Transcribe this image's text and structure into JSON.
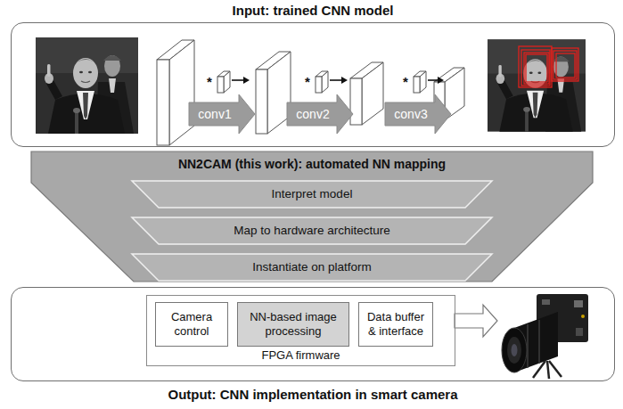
{
  "diagram": {
    "nodes": [
      {
        "text": [
          "Input: trained CNN model"
        ]
      },
      {
        "text": [
          "NN2CAM (this work): automated NN mapping"
        ]
      },
      {
        "text": [
          "Interpret model"
        ],
        "in": 1
      },
      {
        "text": [
          "Map to hardware architecture"
        ],
        "in": 1
      },
      {
        "text": [
          "Instantiate on platform"
        ],
        "in": 1
      },
      {
        "text": [
          "Output: CNN implementation in smart camera"
        ]
      },
      {
        "text": [
          "FPGA firmware"
        ],
        "in": 5
      },
      {
        "text": [
          "Camera control"
        ],
        "in": 6
      },
      {
        "text": [
          "NN-based image processing"
        ],
        "in": 6
      },
      {
        "text": [
          "Data buffer & interface"
        ],
        "in": 6
      }
    ],
    "labels": [
      "*",
      "conv1",
      "*",
      "conv2",
      "*",
      "conv3"
    ]
  }
}
